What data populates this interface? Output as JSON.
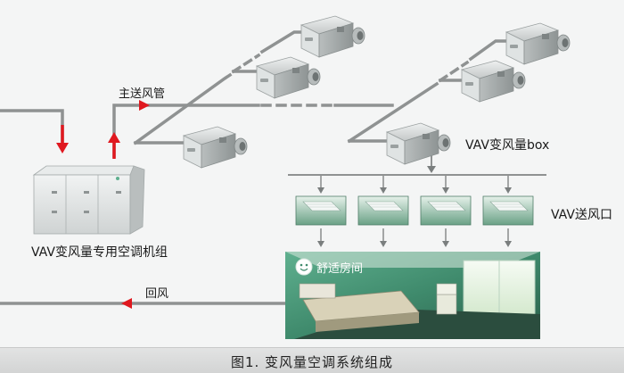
{
  "labels": {
    "main_supply_duct": "主送风管",
    "vav_box": "VAV变风量box",
    "vav_outlet": "VAV送风口",
    "ahu": "VAV变风量专用空调机组",
    "return_air": "回风",
    "comfort_room": "舒适房间"
  },
  "caption": "图1.  变风量空调系统组成",
  "colors": {
    "duct": "#8f9292",
    "flow_arrow": "#e0181f",
    "box_body": "#c9cdcd",
    "room_wall": "#3f8a6c"
  },
  "icons": {
    "vav_box": "vav-terminal-unit-icon",
    "diffuser": "ceiling-diffuser-icon",
    "ahu": "air-handling-unit-icon",
    "smiley": "smiley-face-icon"
  }
}
